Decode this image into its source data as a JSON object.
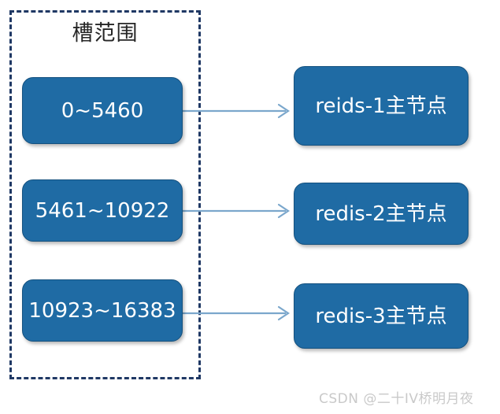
{
  "diagram": {
    "title": "槽范围",
    "group": {
      "label": "槽范围",
      "border_color": "#1F3864",
      "border_style": "dashed"
    },
    "node_fill_color": "#1F6BA4",
    "node_border_color": "#14517F",
    "node_text_color": "#FFFFFF",
    "connector_color": "#7BA7CC",
    "slots": [
      {
        "label": "0~5460",
        "start": 0,
        "end": 5460
      },
      {
        "label": "5461~10922",
        "start": 5461,
        "end": 10922
      },
      {
        "label": "10923~16383",
        "start": 10923,
        "end": 16383
      }
    ],
    "servers": [
      {
        "label": "reids-1主节点"
      },
      {
        "label": "redis-2主节点"
      },
      {
        "label": "redis-3主节点"
      }
    ],
    "connectors": [
      {
        "from": "0~5460",
        "to": "reids-1主节点"
      },
      {
        "from": "5461~10922",
        "to": "redis-2主节点"
      },
      {
        "from": "10923~16383",
        "to": "redis-3主节点"
      }
    ]
  },
  "watermark": {
    "text": "CSDN @二十IV桥明月夜"
  }
}
